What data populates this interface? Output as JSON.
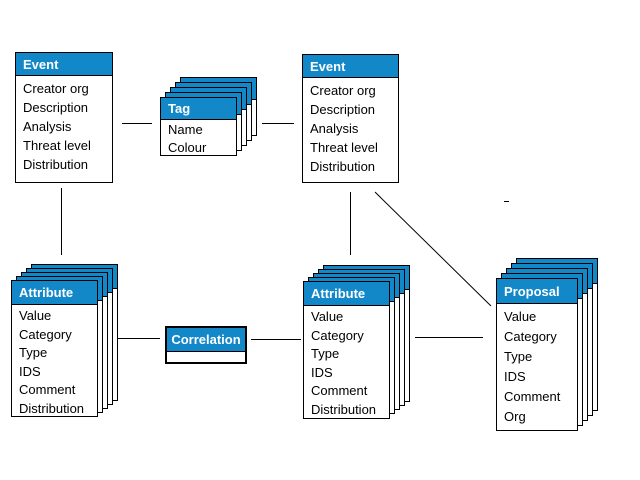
{
  "diagram": {
    "type": "entity-relationship-diagram",
    "colors": {
      "header_bg": "#1288c9",
      "header_text": "#ffffff",
      "box_bg": "#ffffff",
      "border": "#000000",
      "connector": "#000000",
      "background": "#ffffff"
    },
    "entities": {
      "event_left": {
        "title": "Event",
        "fields": [
          "Creator org",
          "Description",
          "Analysis",
          "Threat level",
          "Distribution"
        ],
        "stacked": false
      },
      "tag": {
        "title": "Tag",
        "fields": [
          "Name",
          "Colour"
        ],
        "stacked": true
      },
      "event_right": {
        "title": "Event",
        "fields": [
          "Creator org",
          "Description",
          "Analysis",
          "Threat level",
          "Distribution"
        ],
        "stacked": false
      },
      "attribute_left": {
        "title": "Attribute",
        "fields": [
          "Value",
          "Category",
          "Type",
          "IDS",
          "Comment",
          "Distribution"
        ],
        "stacked": true
      },
      "correlation": {
        "title": "Correlation",
        "fields": [],
        "stacked": false
      },
      "attribute_middle": {
        "title": "Attribute",
        "fields": [
          "Value",
          "Category",
          "Type",
          "IDS",
          "Comment",
          "Distribution"
        ],
        "stacked": true
      },
      "proposal": {
        "title": "Proposal",
        "fields": [
          "Value",
          "Category",
          "Type",
          "IDS",
          "Comment",
          "Org"
        ],
        "stacked": true
      }
    },
    "relationships": [
      {
        "from": "event_left",
        "to": "tag"
      },
      {
        "from": "tag",
        "to": "event_right"
      },
      {
        "from": "event_left",
        "to": "attribute_left"
      },
      {
        "from": "event_right",
        "to": "attribute_middle"
      },
      {
        "from": "attribute_left",
        "to": "correlation"
      },
      {
        "from": "correlation",
        "to": "attribute_middle"
      },
      {
        "from": "attribute_middle",
        "to": "proposal"
      },
      {
        "from": "event_right",
        "to": "proposal"
      }
    ]
  }
}
